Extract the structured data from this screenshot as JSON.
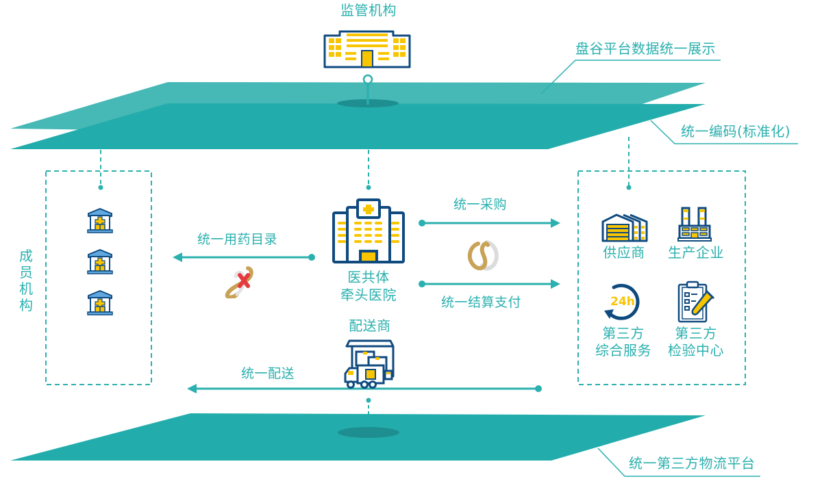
{
  "colors": {
    "teal": "#2ab0ae",
    "plane_top": "#46b8b6",
    "plane_main": "#22adac",
    "plane_shadow": "#1e8e91",
    "navy": "#0f4a7f",
    "yellow": "#f8c500",
    "gold": "#c9a257",
    "red": "#e53a3f"
  },
  "regulator": {
    "label": "监管机构",
    "icon": "government-building-icon"
  },
  "layers": {
    "display_platform": "盘谷平台数据统一展示",
    "unified_coding": "统一编码(标准化)",
    "logistics_platform": "统一第三方物流平台"
  },
  "member_institutions": {
    "label": "成员机构",
    "hospitals": [
      {
        "icon": "clinic-icon"
      },
      {
        "icon": "clinic-icon"
      },
      {
        "icon": "clinic-icon"
      }
    ]
  },
  "lead_hospital": {
    "label_line1": "医共体",
    "label_line2": "牵头医院",
    "icon": "hospital-icon"
  },
  "flows": {
    "drug_catalog": "统一用药目录",
    "procurement": "统一采购",
    "settlement": "统一结算支付",
    "delivery": "统一配送"
  },
  "distributor": {
    "label": "配送商",
    "icon": "delivery-truck-icon"
  },
  "partners": [
    {
      "label_line1": "供应商",
      "label_line2": "",
      "icon": "warehouse-icon"
    },
    {
      "label_line1": "生产企业",
      "label_line2": "",
      "icon": "factory-icon"
    },
    {
      "label_line1": "第三方",
      "label_line2": "综合服务",
      "icon": "24h-service-icon"
    },
    {
      "label_line1": "第三方",
      "label_line2": "检验中心",
      "icon": "lab-clipboard-icon"
    }
  ]
}
